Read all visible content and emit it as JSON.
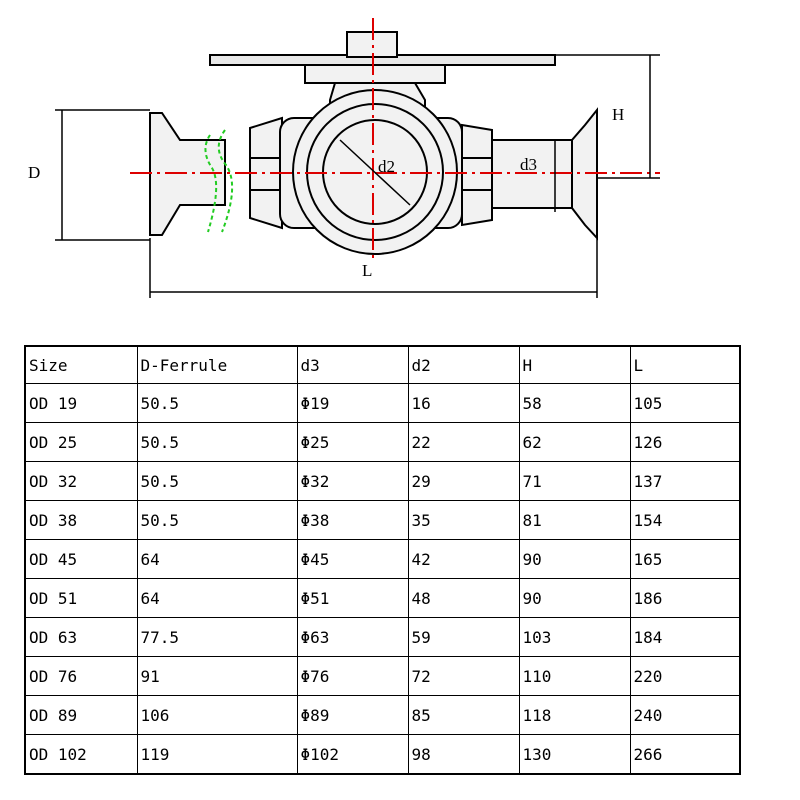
{
  "drawing": {
    "label_D": "D",
    "label_H": "H",
    "label_L": "L",
    "label_d2": "d2",
    "label_d3": "d3"
  },
  "table": {
    "headers": [
      "Size",
      "D-Ferrule",
      "d3",
      "d2",
      "H",
      "L"
    ],
    "rows": [
      [
        "OD 19",
        "50.5",
        "Φ19",
        "16",
        "58",
        "105"
      ],
      [
        "OD 25",
        "50.5",
        "Φ25",
        "22",
        "62",
        "126"
      ],
      [
        "OD 32",
        "50.5",
        "Φ32",
        "29",
        "71",
        "137"
      ],
      [
        "OD 38",
        "50.5",
        "Φ38",
        "35",
        "81",
        "154"
      ],
      [
        "OD 45",
        "64",
        "Φ45",
        "42",
        "90",
        "165"
      ],
      [
        "OD 51",
        "64",
        "Φ51",
        "48",
        "90",
        "186"
      ],
      [
        "OD 63",
        "77.5",
        "Φ63",
        "59",
        "103",
        "184"
      ],
      [
        "OD 76",
        "91",
        "Φ76",
        "72",
        "110",
        "220"
      ],
      [
        "OD 89",
        "106",
        "Φ89",
        "85",
        "118",
        "240"
      ],
      [
        "OD 102",
        "119",
        "Φ102",
        "98",
        "130",
        "266"
      ]
    ]
  }
}
